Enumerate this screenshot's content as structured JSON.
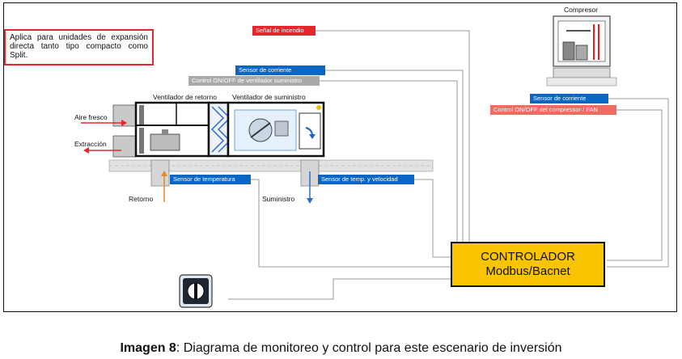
{
  "note": "Aplica para unidades de expansión directa tanto tipo compacto como Split.",
  "tags": {
    "fire_signal": "Señal de incendio",
    "current_sensor_1": "Sensor de corriente",
    "supply_fan_onoff": "Control ON/OFF de ventilador suministro",
    "current_sensor_2": "Sensor de corriente",
    "compressor_onoff": "Control ON/OFF del compressor / FAN",
    "temp_sensor": "Sensor de temperatura",
    "temp_speed_sensor": "Sensor de temp. y velocidad"
  },
  "labels": {
    "compressor": "Compresor",
    "return_fan": "Ventilador de retorno",
    "supply_fan": "Ventilador de suministro",
    "fresh_air": "Aire fresco",
    "extraction": "Extracción",
    "return": "Retorno",
    "supply": "Suministro"
  },
  "controller": {
    "line1": "CONTROLADOR",
    "line2": "Modbus/Bacnet"
  },
  "caption": {
    "bold": "Imagen 8",
    "text": ": Diagrama de monitoreo y control para este escenario de inversión"
  },
  "colors": {
    "blue": "#0a66c2",
    "red": "#e6262d",
    "salmon": "#ef6c63",
    "gray": "#a9a9a9",
    "controller": "#f9c400"
  }
}
